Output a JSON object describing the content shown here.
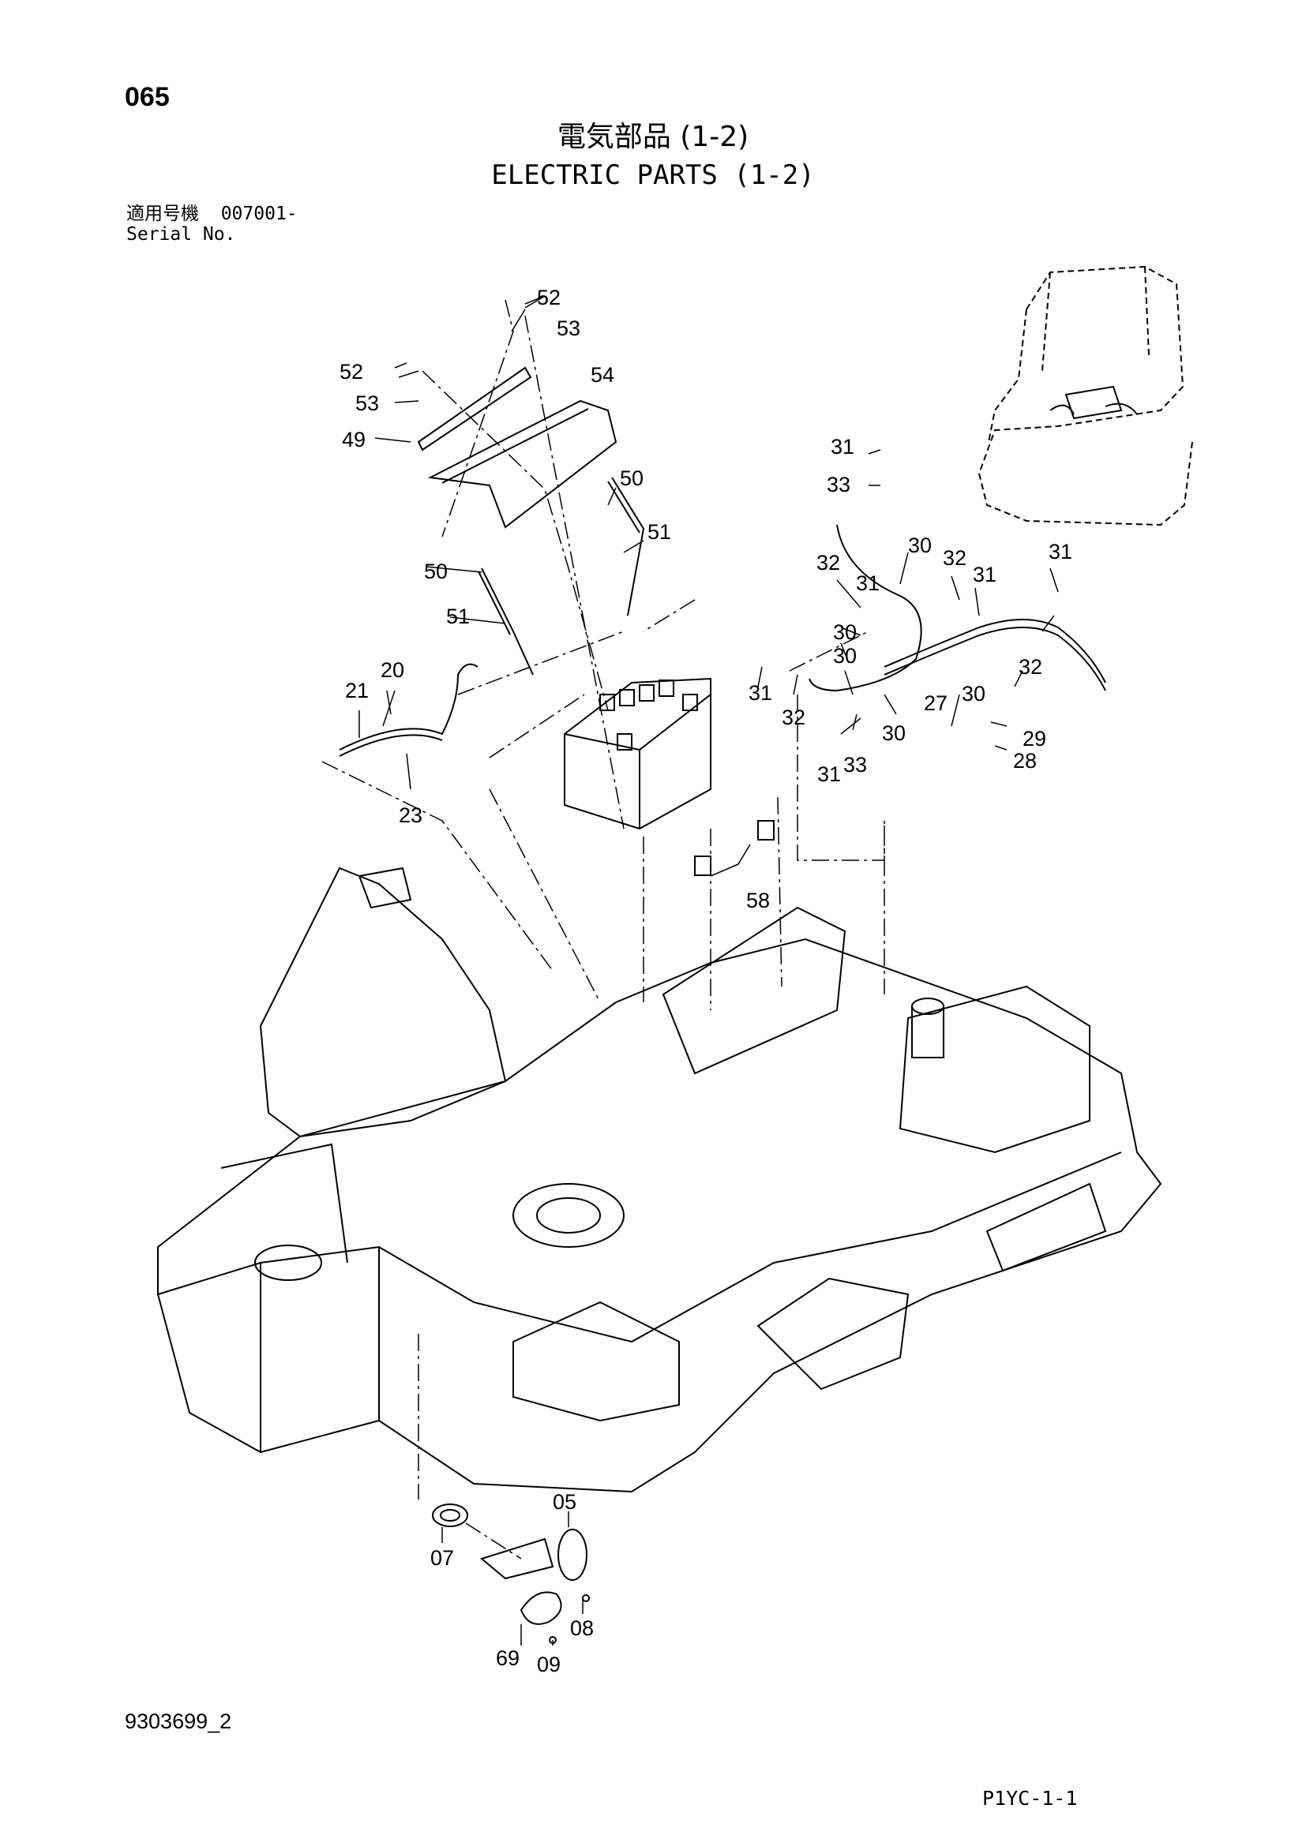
{
  "header": {
    "page_number": "065",
    "title_jp": "電気部品 (1-2)",
    "title_en": "ELECTRIC PARTS (1-2)"
  },
  "serial": {
    "label_jp": "適用号機",
    "value": "007001-",
    "label_en": "Serial No."
  },
  "callouts": [
    "52",
    "53",
    "52",
    "53",
    "54",
    "49",
    "50",
    "51",
    "50",
    "51",
    "20",
    "21",
    "23",
    "58",
    "31",
    "33",
    "32",
    "30",
    "32",
    "31",
    "31",
    "31",
    "30",
    "30",
    "30",
    "27",
    "30",
    "32",
    "31",
    "32",
    "29",
    "28",
    "31",
    "33",
    "05",
    "07",
    "08",
    "69",
    "09"
  ],
  "footer": {
    "doc_id": "9303699_2",
    "page_code": "P1YC-1-1"
  }
}
